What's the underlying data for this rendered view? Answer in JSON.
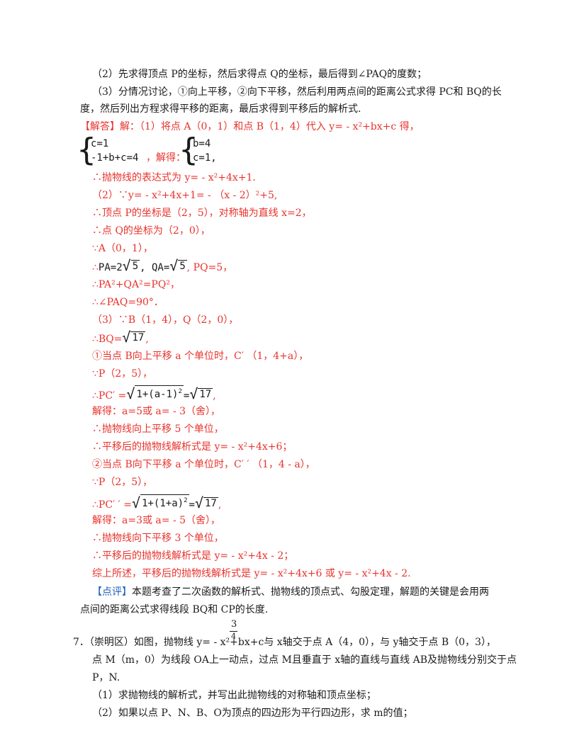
{
  "analysis": {
    "line2": "（2）先求得顶点 P的坐标，然后求得点 Q的坐标，最后得到∠PAQ的度数；",
    "line3a": "（3）分情况讨论，①向上平移，②向下平移，然后利用两点间的距离公式求得 PC和 BQ的长",
    "line3b": "度，然后列出方程求得平移的距离，最后求得到平移后的解析式."
  },
  "solution": {
    "label": "【解答】解：",
    "intro": "（1）将点 A（0，1）和点 B（1，4）代入 y= - x²+bx+c 得，",
    "sys1_l1": "c=1",
    "sys1_l2": "-1+b+c=4",
    "solve_word": "，解得：",
    "sys2_l1": "b=4",
    "sys2_l2": "c=1,",
    "l1": "∴抛物线的表达式为 y= - x²+4x+1.",
    "l2": "（2）∵y= - x²+4x+1= - （x - 2）²+5,",
    "l3": "∴顶点 P的坐标是（2，5），对称轴为直线 x=2，",
    "l4": "∴点 Q的坐标为（2，0），",
    "l5": "∵A（0，1），",
    "l6a": "∴",
    "l6b": "PA=2",
    "l6c": "5",
    "l6d": ", QA=",
    "l6e": "5",
    "l6f": ", PQ=5，",
    "l7": "∴PA²+QA²=PQ²，",
    "l8": "∴∠PAQ=90°．",
    "l9": "（3）∵B（1，4），Q（2，0），",
    "l10a": "∴BQ=",
    "l10b": "17",
    "l10c": ",",
    "l11": "①当点 B向上平移 a 个单位时，C′ （1，4+a），",
    "l12": "∵P（2，5），",
    "l13a": "∴PC′ =",
    "l13b": "1+(a-1)",
    "l13c": "2",
    "l13d": "=",
    "l13e": "17",
    "l13f": ",",
    "l14": "解得：a=5或 a= - 3（舍），",
    "l15": "∴抛物线向上平移 5 个单位，",
    "l16": "∴平移后的抛物线解析式是 y= - x²+4x+6；",
    "l17": "②当点 B向下平移 a 个单位时，C′ ′ （1，4 - a），",
    "l18": "∵P（2，5），",
    "l19a": "∴PC′ ′ =",
    "l19b": "1+(1+a)",
    "l19c": "2",
    "l19d": "=",
    "l19e": "17",
    "l19f": ",",
    "l20": "解得：a=3或 a= - 5（舍），",
    "l21": "∴抛物线向下平移 3 个单位，",
    "l22": "∴平移后的抛物线解析式是 y= - x²+4x - 2；",
    "l23": "综上所述，平移后的抛物线解析式是 y= - x²+4x+6 或 y= - x²+4x - 2."
  },
  "comment": {
    "label": "【点评】",
    "text_a": "本题考查了二次函数的解析式、抛物线的顶点式、勾股定理，解题的关键是会用两",
    "text_b": "点间的距离公式求得线段 BQ和 CP的长度."
  },
  "problem7": {
    "frac_num": "3",
    "frac_den": "4",
    "line1": "7．（崇明区）如图，抛物线 y= - x²+bx+c与 x轴交于点 A（4，0），与 y轴交于点 B（0，3），",
    "line2": "点 M（m，0）为线段 OA上一动点，过点 M且垂直于 x轴的直线与直线 AB及抛物线分别交于点",
    "line3": "P，N.",
    "q1": "（1）求抛物线的解析式，并写出此抛物线的对称轴和顶点坐标；",
    "q2": "（2）如果以点 P、N、B、O为顶点的四边形为平行四边形，求 m的值；"
  },
  "colors": {
    "answer": "#e8322c",
    "text": "#1a1a1a",
    "label_blue": "#1f5fbf"
  }
}
